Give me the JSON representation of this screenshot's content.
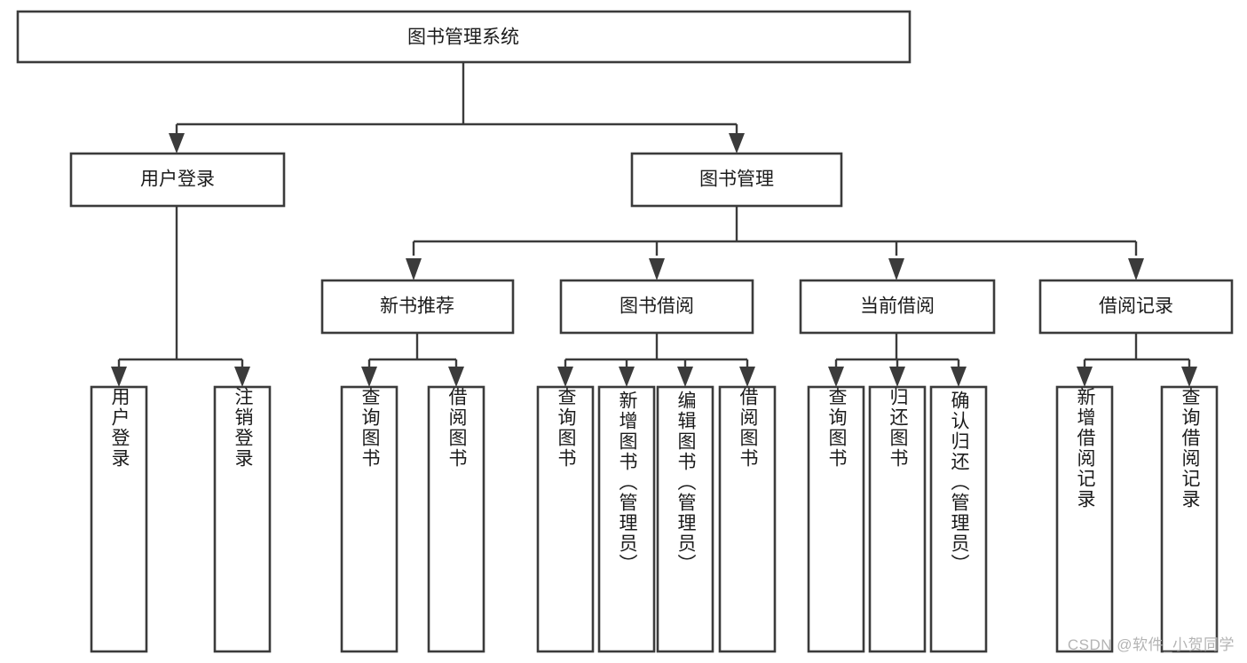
{
  "diagram": {
    "title": "图书管理系统",
    "type": "tree",
    "watermark": "CSDN @软件_小贺同学",
    "colors": {
      "stroke": "#3b3b3b",
      "fill": "#ffffff",
      "text": "#1b1b1b",
      "watermark": "#b4b4b4"
    },
    "root": {
      "label": "图书管理系统"
    },
    "level2": [
      {
        "label": "用户登录"
      },
      {
        "label": "图书管理"
      }
    ],
    "level3": [
      {
        "label": "新书推荐"
      },
      {
        "label": "图书借阅"
      },
      {
        "label": "当前借阅"
      },
      {
        "label": "借阅记录"
      }
    ],
    "leaves": {
      "user_login": [
        {
          "label": "用户登录"
        },
        {
          "label": "注销登录"
        }
      ],
      "new_book": [
        {
          "label": "查询图书"
        },
        {
          "label": "借阅图书"
        }
      ],
      "book_borrow": [
        {
          "label": "查询图书"
        },
        {
          "label": "新增图书（管理员）"
        },
        {
          "label": "编辑图书（管理员）"
        },
        {
          "label": "借阅图书"
        }
      ],
      "current_borrow": [
        {
          "label": "查询图书"
        },
        {
          "label": "归还图书"
        },
        {
          "label": "确认归还（管理员）"
        }
      ],
      "borrow_record": [
        {
          "label": "新增借阅记录"
        },
        {
          "label": "查询借阅记录"
        }
      ]
    }
  }
}
